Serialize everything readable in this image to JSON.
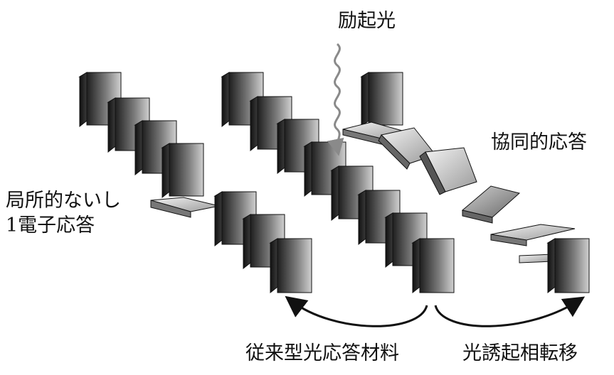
{
  "labels": {
    "excitation": "励起光",
    "local_line1": "局所的ないし",
    "local_line2": "1電子応答",
    "cooperative": "協同的応答",
    "conventional": "従来型光応答材料",
    "photoinduced": "光誘起相転移"
  },
  "colors": {
    "block_dark": "#2a2a2a",
    "block_light": "#d8d8d8",
    "outline": "#111111",
    "arrow": "#111111",
    "wave": "#8a8a8a"
  }
}
